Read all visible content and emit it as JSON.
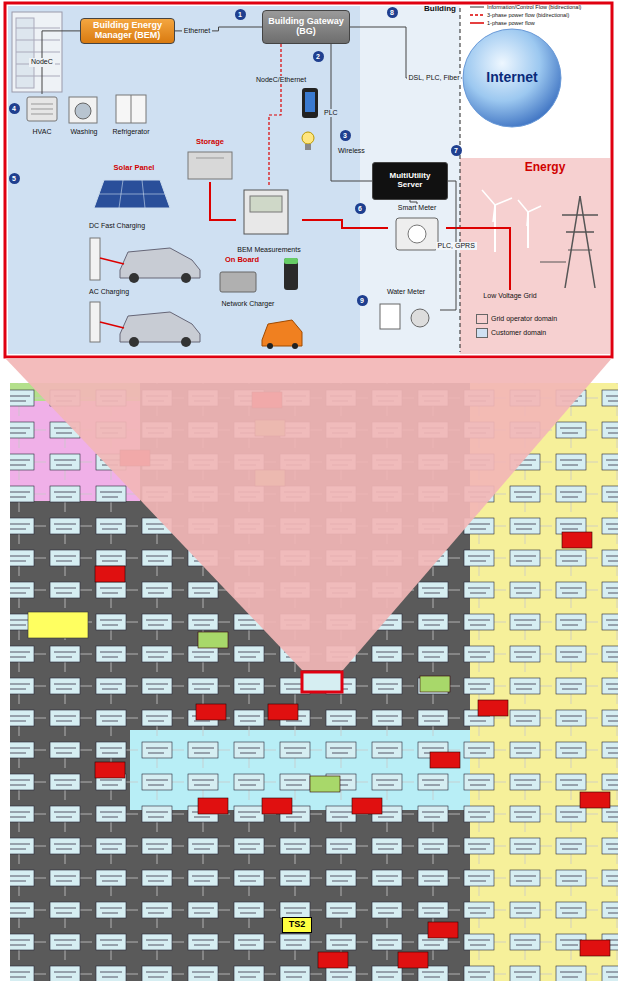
{
  "diagram": {
    "nodes": [
      {
        "text": [
          "Building Energy Manager (BEM)"
        ]
      },
      {
        "text": [
          "Building Gateway (BG)"
        ]
      },
      {
        "text": [
          "Internet"
        ]
      },
      {
        "text": [
          "MultiUtility Server"
        ]
      },
      {
        "text": [
          "Smart Meter"
        ]
      },
      {
        "text": [
          "Water Meter"
        ]
      },
      {
        "text": [
          "BEM Measurements"
        ]
      },
      {
        "text": [
          "HVAC"
        ]
      },
      {
        "text": [
          "Washing"
        ]
      },
      {
        "text": [
          "Refrigerator"
        ]
      },
      {
        "text": [
          "Storage"
        ]
      },
      {
        "text": [
          "Solar Panel"
        ]
      },
      {
        "text": [
          "DC Fast Charging"
        ]
      },
      {
        "text": [
          "AC Charging"
        ]
      },
      {
        "text": [
          "On Board"
        ]
      },
      {
        "text": [
          "Network Charger"
        ]
      },
      {
        "text": [
          "Energy"
        ]
      },
      {
        "text": [
          "Low Voltage Grid"
        ]
      },
      {
        "text": [
          "TS2"
        ]
      }
    ],
    "edges": [
      {
        "from": 0,
        "to": 1,
        "arrow": "none",
        "label": "Ethernet"
      },
      {
        "from": 1,
        "to": 2,
        "arrow": "none",
        "label": "DSL, PLC, Fiber"
      },
      {
        "from": 1,
        "to": 3,
        "arrow": "none",
        "label": "PLC"
      },
      {
        "from": 3,
        "to": 4,
        "arrow": "none"
      },
      {
        "from": 0,
        "to": 7,
        "arrow": "none",
        "label": "NodeC"
      },
      {
        "from": 1,
        "to": 6,
        "arrow": "none",
        "label": "NodeC/Ethernet"
      },
      {
        "from": 6,
        "to": 4,
        "arrow": "none"
      },
      {
        "from": 4,
        "to": 17,
        "arrow": "none"
      },
      {
        "from": 3,
        "to": 5,
        "arrow": "none",
        "label": "PLC, GPRS"
      },
      {
        "from": 10,
        "to": 6,
        "arrow": "none"
      }
    ],
    "labels": [
      "Building",
      "Wireless",
      "1",
      "2",
      "3",
      "4",
      "5",
      "6",
      "7",
      "8",
      "9"
    ],
    "legend": [
      {
        "text": "Information/Control Flow (bidirectional)"
      },
      {
        "text": "3-phase power flow (bidirectional)"
      },
      {
        "text": "1-phase power flow"
      },
      {
        "text": "Grid operator domain",
        "color": "#f6d0d0"
      },
      {
        "text": "Customer domain",
        "color": "#cfe0f2"
      }
    ]
  }
}
